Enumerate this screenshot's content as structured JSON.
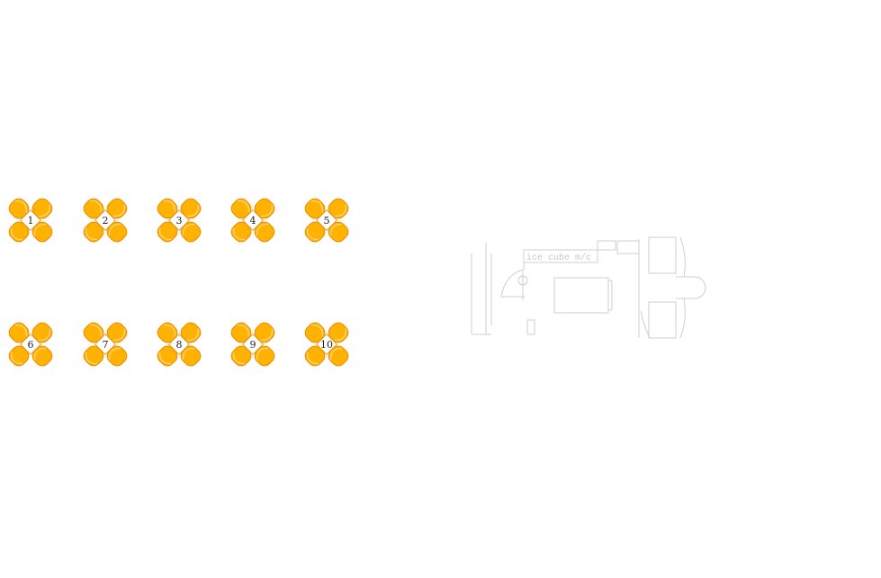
{
  "colors": {
    "chair_fill": "#FFB300",
    "chair_stroke": "#F08C00",
    "chair_rim": "#FFD27A",
    "table_fill": "#FFFFFF",
    "table_stroke": "#E0A020",
    "plan_stroke": "#CFCFCF",
    "plan_text": "#C8C8C8",
    "number_text": "#222222"
  },
  "tables": [
    {
      "number": "1"
    },
    {
      "number": "2"
    },
    {
      "number": "3"
    },
    {
      "number": "4"
    },
    {
      "number": "5"
    },
    {
      "number": "6"
    },
    {
      "number": "7"
    },
    {
      "number": "8"
    },
    {
      "number": "9"
    },
    {
      "number": "10"
    }
  ],
  "floorplan": {
    "label": "ice cube m/c"
  }
}
